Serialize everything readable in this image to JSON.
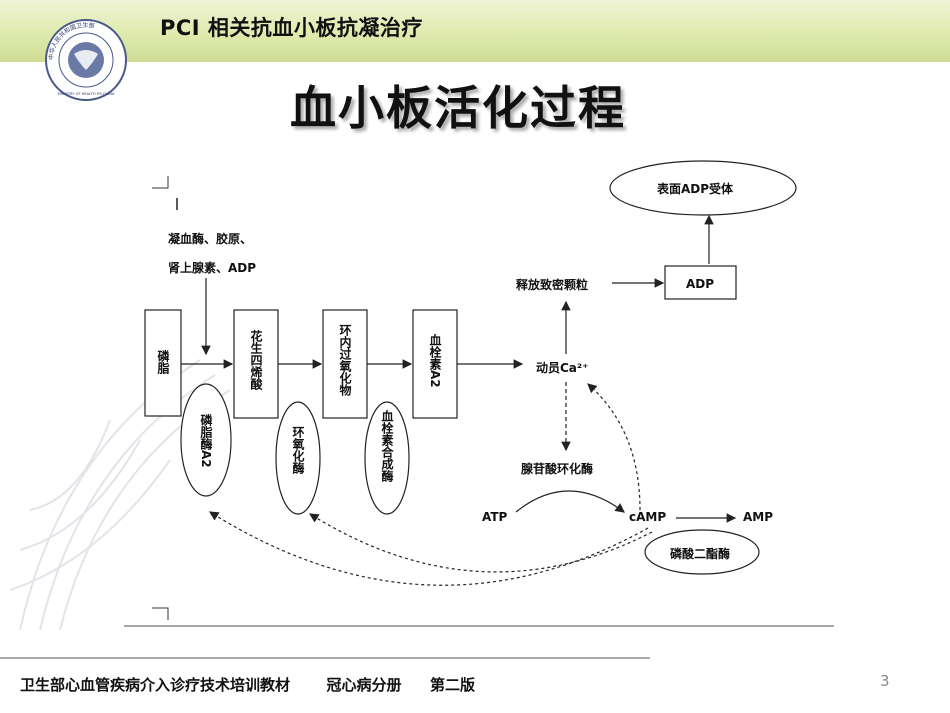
{
  "header": {
    "title": "PCI 相关抗血小板抗凝治疗"
  },
  "logo": {
    "ring_text": "中华人民共和国卫生部",
    "ring_text_en": "MINISTRY OF HEALTH P.R.CHINA"
  },
  "slide": {
    "title": "血小板活化过程"
  },
  "diagram": {
    "stimuli": {
      "line1": "凝血酶、胶原、",
      "line2": "肾上腺素、ADP"
    },
    "boxes": [
      {
        "label": "磷脂"
      },
      {
        "label": "花生四烯酸"
      },
      {
        "label": "环内过氧化物"
      },
      {
        "label": "血栓素A2"
      }
    ],
    "enzymes": [
      {
        "label": "磷脂酶A2"
      },
      {
        "label": "环氧化酶"
      },
      {
        "label": "血栓素合成酶"
      }
    ],
    "calcium": "动员Ca²⁺",
    "release": "释放致密颗粒",
    "adp_box": "ADP",
    "receptor": "表面ADP受体",
    "adenylyl_cyclase": "腺苷酸环化酶",
    "atp": "ATP",
    "camp": "cAMP",
    "amp": "AMP",
    "pde": "磷酸二酯酶"
  },
  "footer": {
    "book": "卫生部心血管疾病介入诊疗技术培训教材",
    "volume": "冠心病分册",
    "edition": "第二版",
    "page": "3"
  },
  "colors": {
    "header_band": "#dfeaae",
    "footer_line": "#555555"
  }
}
